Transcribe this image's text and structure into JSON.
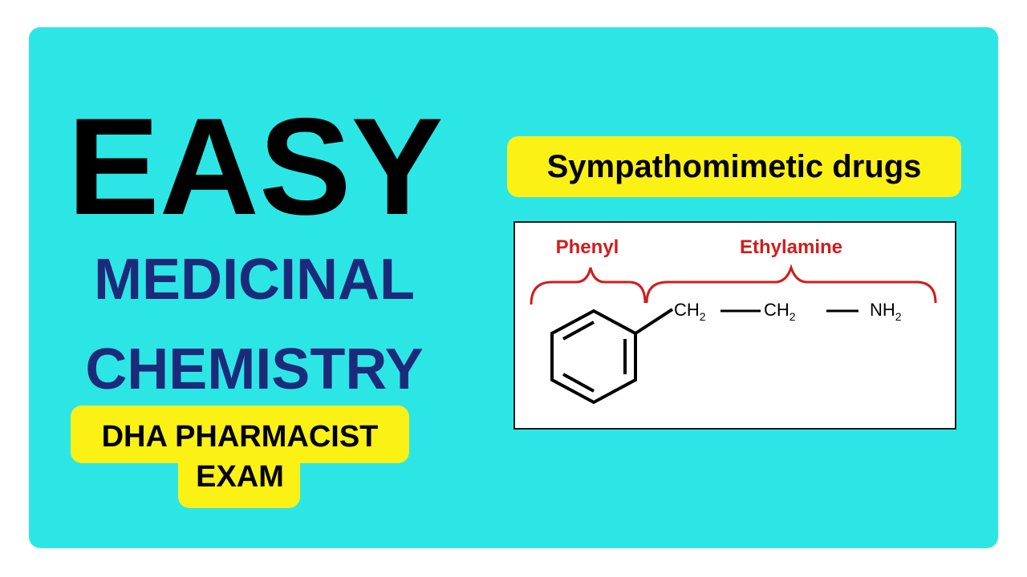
{
  "heading": {
    "line1": "EASY",
    "line2": "MEDICINAL",
    "line3": "CHEMISTRY"
  },
  "exam_badge": {
    "label": "DHA PHARMACIST",
    "label2": "EXAM"
  },
  "topic_badge": {
    "label": "Sympathomimetic drugs"
  },
  "diagram": {
    "phenyl_label": "Phenyl",
    "ethylamine_label": "Ethylamine",
    "group1": "CH",
    "group1_sub": "2",
    "group2": "CH",
    "group2_sub": "2",
    "group3": "NH",
    "group3_sub": "2"
  },
  "colors": {
    "background": "#2ce6e6",
    "badge": "#fbf115",
    "heading_dark": "#1c2a7a",
    "label_red": "#d11c1c"
  }
}
